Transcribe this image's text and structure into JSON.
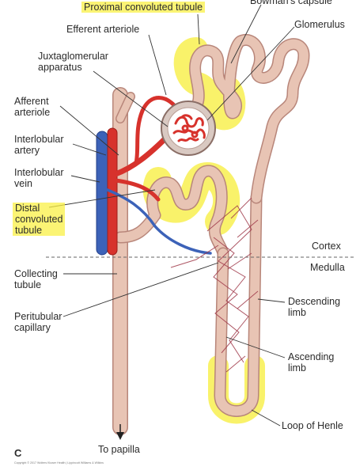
{
  "labels": {
    "proximal": "Proximal convoluted tubule",
    "bowmans": "Bowman's capsule",
    "glomerulus": "Glomerulus",
    "efferent": "Efferent arteriole",
    "juxta_1": "Juxtaglomerular",
    "juxta_2": "apparatus",
    "afferent_1": "Afferent",
    "afferent_2": "arteriole",
    "interlobular_artery_1": "Interlobular",
    "interlobular_artery_2": "artery",
    "interlobular_vein_1": "Interlobular",
    "interlobular_vein_2": "vein",
    "distal_1": "Distal",
    "distal_2": "convoluted",
    "distal_3": "tubule",
    "cortex": "Cortex",
    "medulla": "Medulla",
    "collecting_1": "Collecting",
    "collecting_2": "tubule",
    "peritubular_1": "Peritubular",
    "peritubular_2": "capillary",
    "descending_1": "Descending",
    "descending_2": "limb",
    "ascending_1": "Ascending",
    "ascending_2": "limb",
    "loop_henle": "Loop of Henle",
    "to_papilla": "To papilla",
    "panel": "C",
    "copyright": "Copyright © 2017 Wolters Kluwer Health | Lippincott Williams & Wilkins"
  },
  "colors": {
    "tubule": "#e8c4b4",
    "tubule_edge": "#b8867a",
    "artery": "#d7322c",
    "vein": "#3c62b8",
    "highlight": "#f7ef45",
    "capillary": "#a03a4a"
  }
}
